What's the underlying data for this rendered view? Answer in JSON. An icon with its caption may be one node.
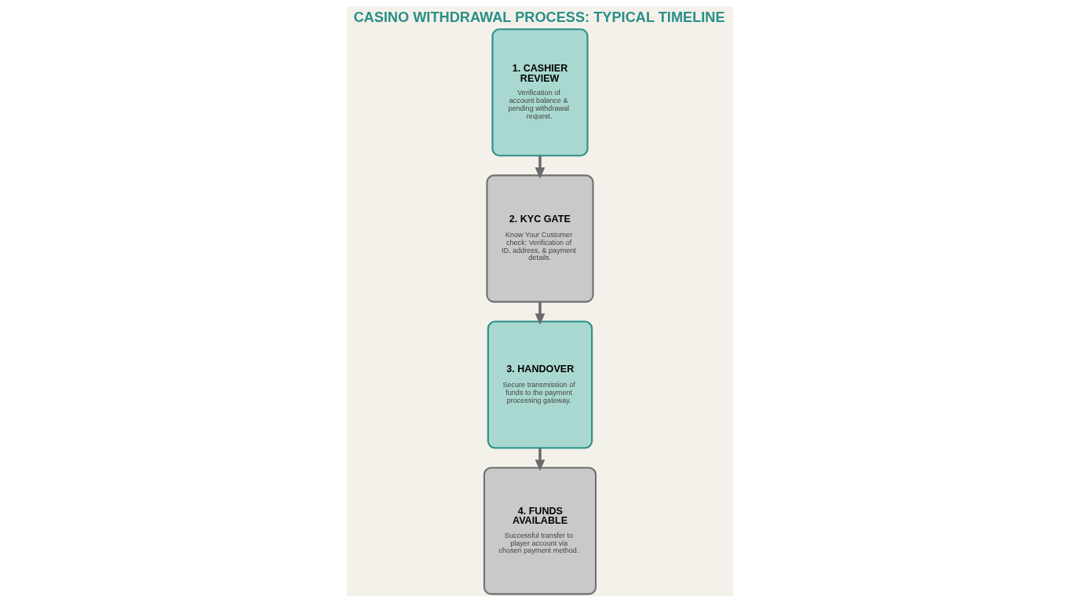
{
  "diagram": {
    "title": "CASINO WITHDRAWAL PROCESS: TYPICAL TIMELINE",
    "nodes": [
      {
        "text": [
          "1. CASHIER REVIEW",
          "Verification of account balance & pending withdrawal request."
        ]
      },
      {
        "text": [
          "2. KYC GATE",
          "Know Your Customer check: Verification of ID, address, & payment details."
        ]
      },
      {
        "text": [
          "3. HANDOVER",
          "Secure transmission of funds to the payment processing gateway."
        ]
      },
      {
        "text": [
          "4. FUNDS AVAILABLE",
          "Successful transfer to player account via chosen payment method."
        ]
      }
    ],
    "edges": [
      {
        "from": 0,
        "to": 1,
        "arrow": "to"
      },
      {
        "from": 1,
        "to": 2,
        "arrow": "to"
      },
      {
        "from": 2,
        "to": 3,
        "arrow": "to"
      }
    ]
  }
}
